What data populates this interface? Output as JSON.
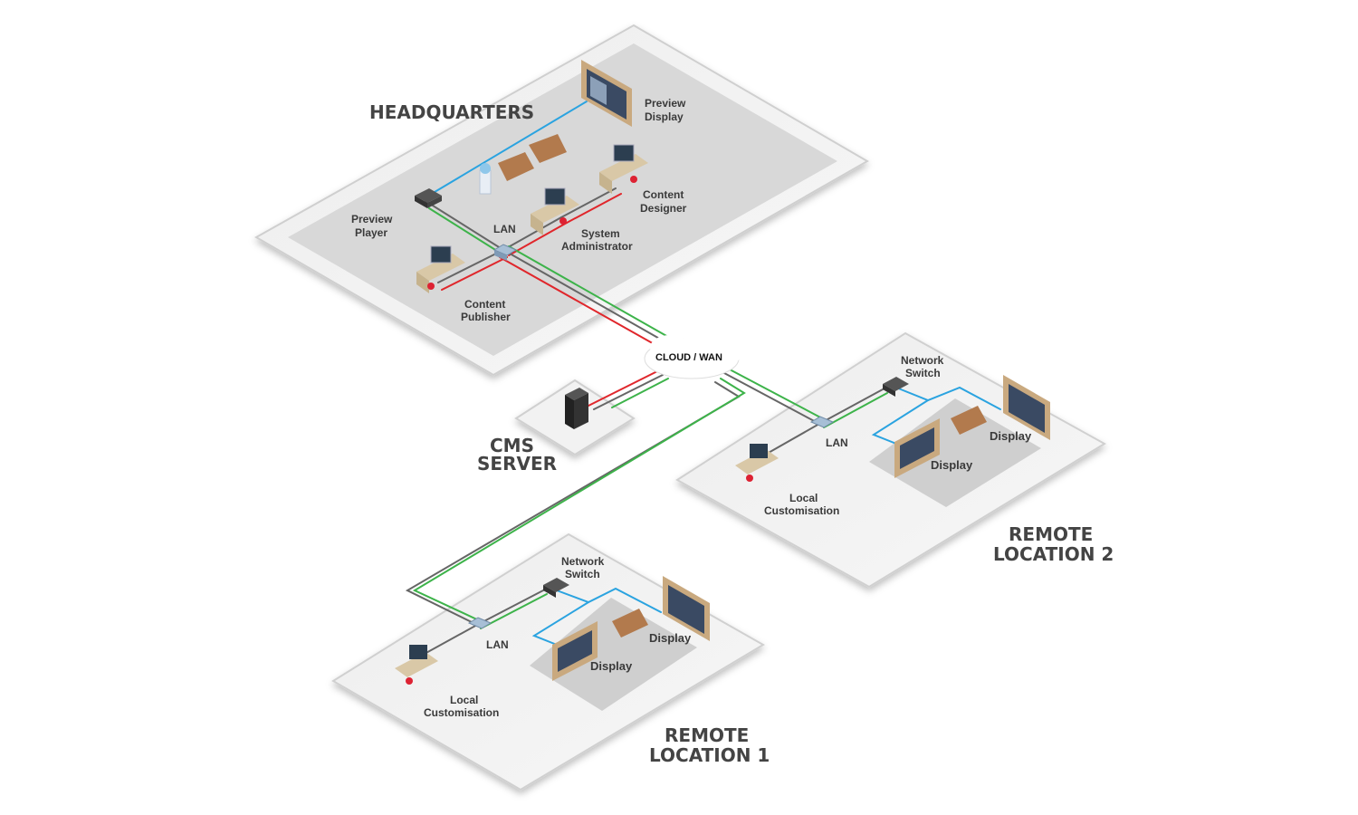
{
  "headquarters": {
    "title": "HEADQUARTERS",
    "preview_display": [
      "Preview",
      "Display"
    ],
    "preview_player": [
      "Preview",
      "Player"
    ],
    "content_designer": [
      "Content",
      "Designer"
    ],
    "system_admin": [
      "System",
      "Administrator"
    ],
    "content_publisher": [
      "Content",
      "Publisher"
    ],
    "lan": "LAN"
  },
  "cloud": {
    "label": "CLOUD / WAN"
  },
  "cms": {
    "title": [
      "CMS",
      "SERVER"
    ]
  },
  "remote2": {
    "title": [
      "REMOTE",
      "LOCATION 2"
    ],
    "network_switch": [
      "Network",
      "Switch"
    ],
    "lan": "LAN",
    "display_a": "Display",
    "display_b": "Display",
    "local": [
      "Local",
      "Customisation"
    ]
  },
  "remote1": {
    "title": [
      "REMOTE",
      "LOCATION 1"
    ],
    "network_switch": [
      "Network",
      "Switch"
    ],
    "lan": "LAN",
    "display_a": "Display",
    "display_b": "Display",
    "local": [
      "Local",
      "Customisation"
    ]
  },
  "colors": {
    "floor": "#d9d9d9",
    "link_green": "#3db34a",
    "link_red": "#e0262b",
    "link_gray": "#666666",
    "link_blue": "#2aa3e0"
  }
}
